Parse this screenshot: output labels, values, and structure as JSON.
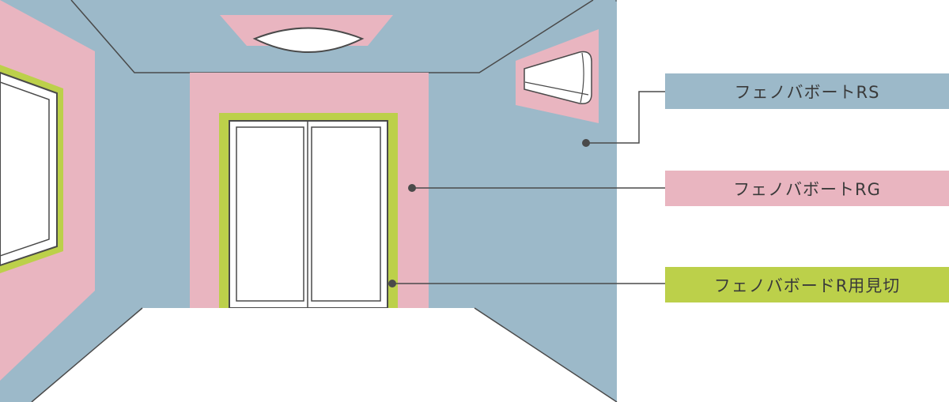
{
  "colors": {
    "rs_blue": "#9cb9c9",
    "rg_pink": "#e9b5c0",
    "trim_green": "#bcd04a",
    "floor": "#ffffff",
    "outline": "#4a4a4a"
  },
  "labels": {
    "rs": "フェノバボートRS",
    "rg": "フェノバボートRG",
    "trim": "フェノバボードR用見切"
  }
}
